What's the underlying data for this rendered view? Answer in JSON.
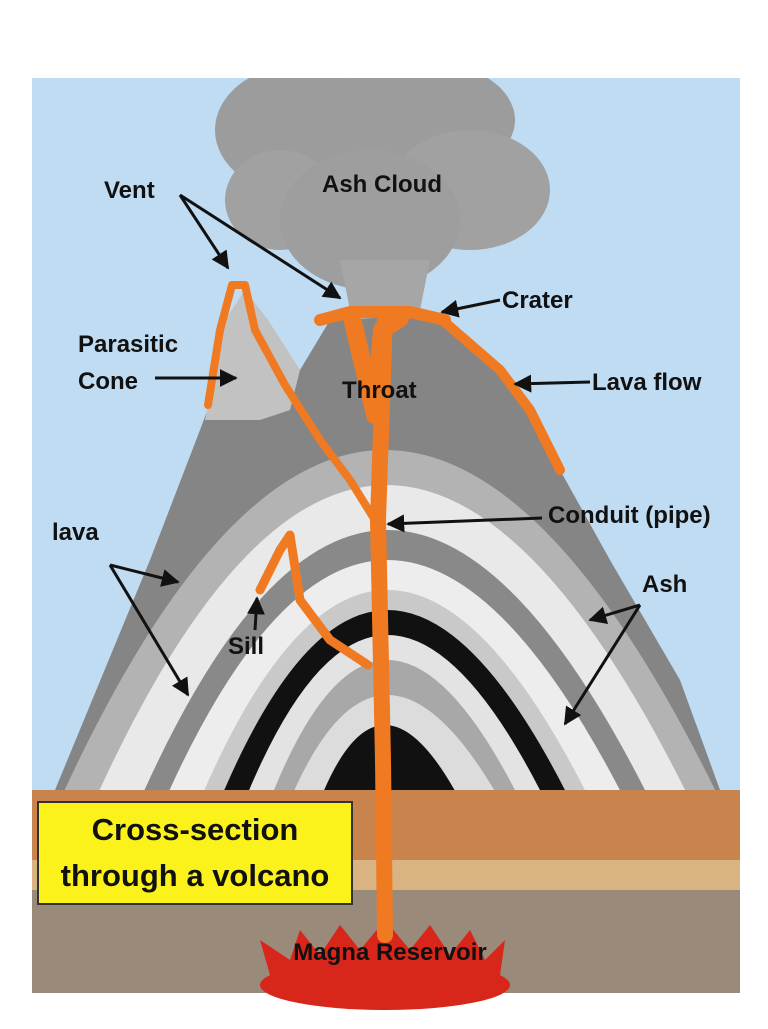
{
  "diagram": {
    "title_lines": [
      "Cross-section",
      "through a volcano"
    ],
    "labels": {
      "ash_cloud": "Ash Cloud",
      "vent": "Vent",
      "crater": "Crater",
      "parasitic_cone_1": "Parasitic",
      "parasitic_cone_2": "Cone",
      "throat": "Throat",
      "lava_flow": "Lava flow",
      "lava": "lava",
      "conduit": "Conduit (pipe)",
      "ash": "Ash",
      "sill": "Sill",
      "magma_reservoir": "Magna Reservoir"
    },
    "colors": {
      "sky": "#bfdcf3",
      "ash_cloud": "#9c9c9c",
      "lava": "#f07a22",
      "dark_gray_layer": "#858585",
      "mid_gray_layer": "#b0b0b0",
      "light_layer": "#e8e8e8",
      "black_layer": "#111111",
      "ground_brown": "#c9834c",
      "ground_tan": "#d9b382",
      "ground_gray": "#9a8a7a",
      "title_box": "#fbf21c",
      "magma": "#d8261a"
    }
  }
}
